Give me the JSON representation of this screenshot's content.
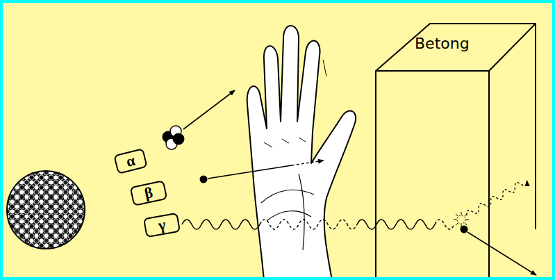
{
  "diagram": {
    "nodes": [
      {
        "text": [
          "α"
        ]
      },
      {
        "text": [
          "β"
        ]
      },
      {
        "text": [
          "γ"
        ]
      },
      {
        "text": [
          "Betong"
        ]
      }
    ]
  }
}
